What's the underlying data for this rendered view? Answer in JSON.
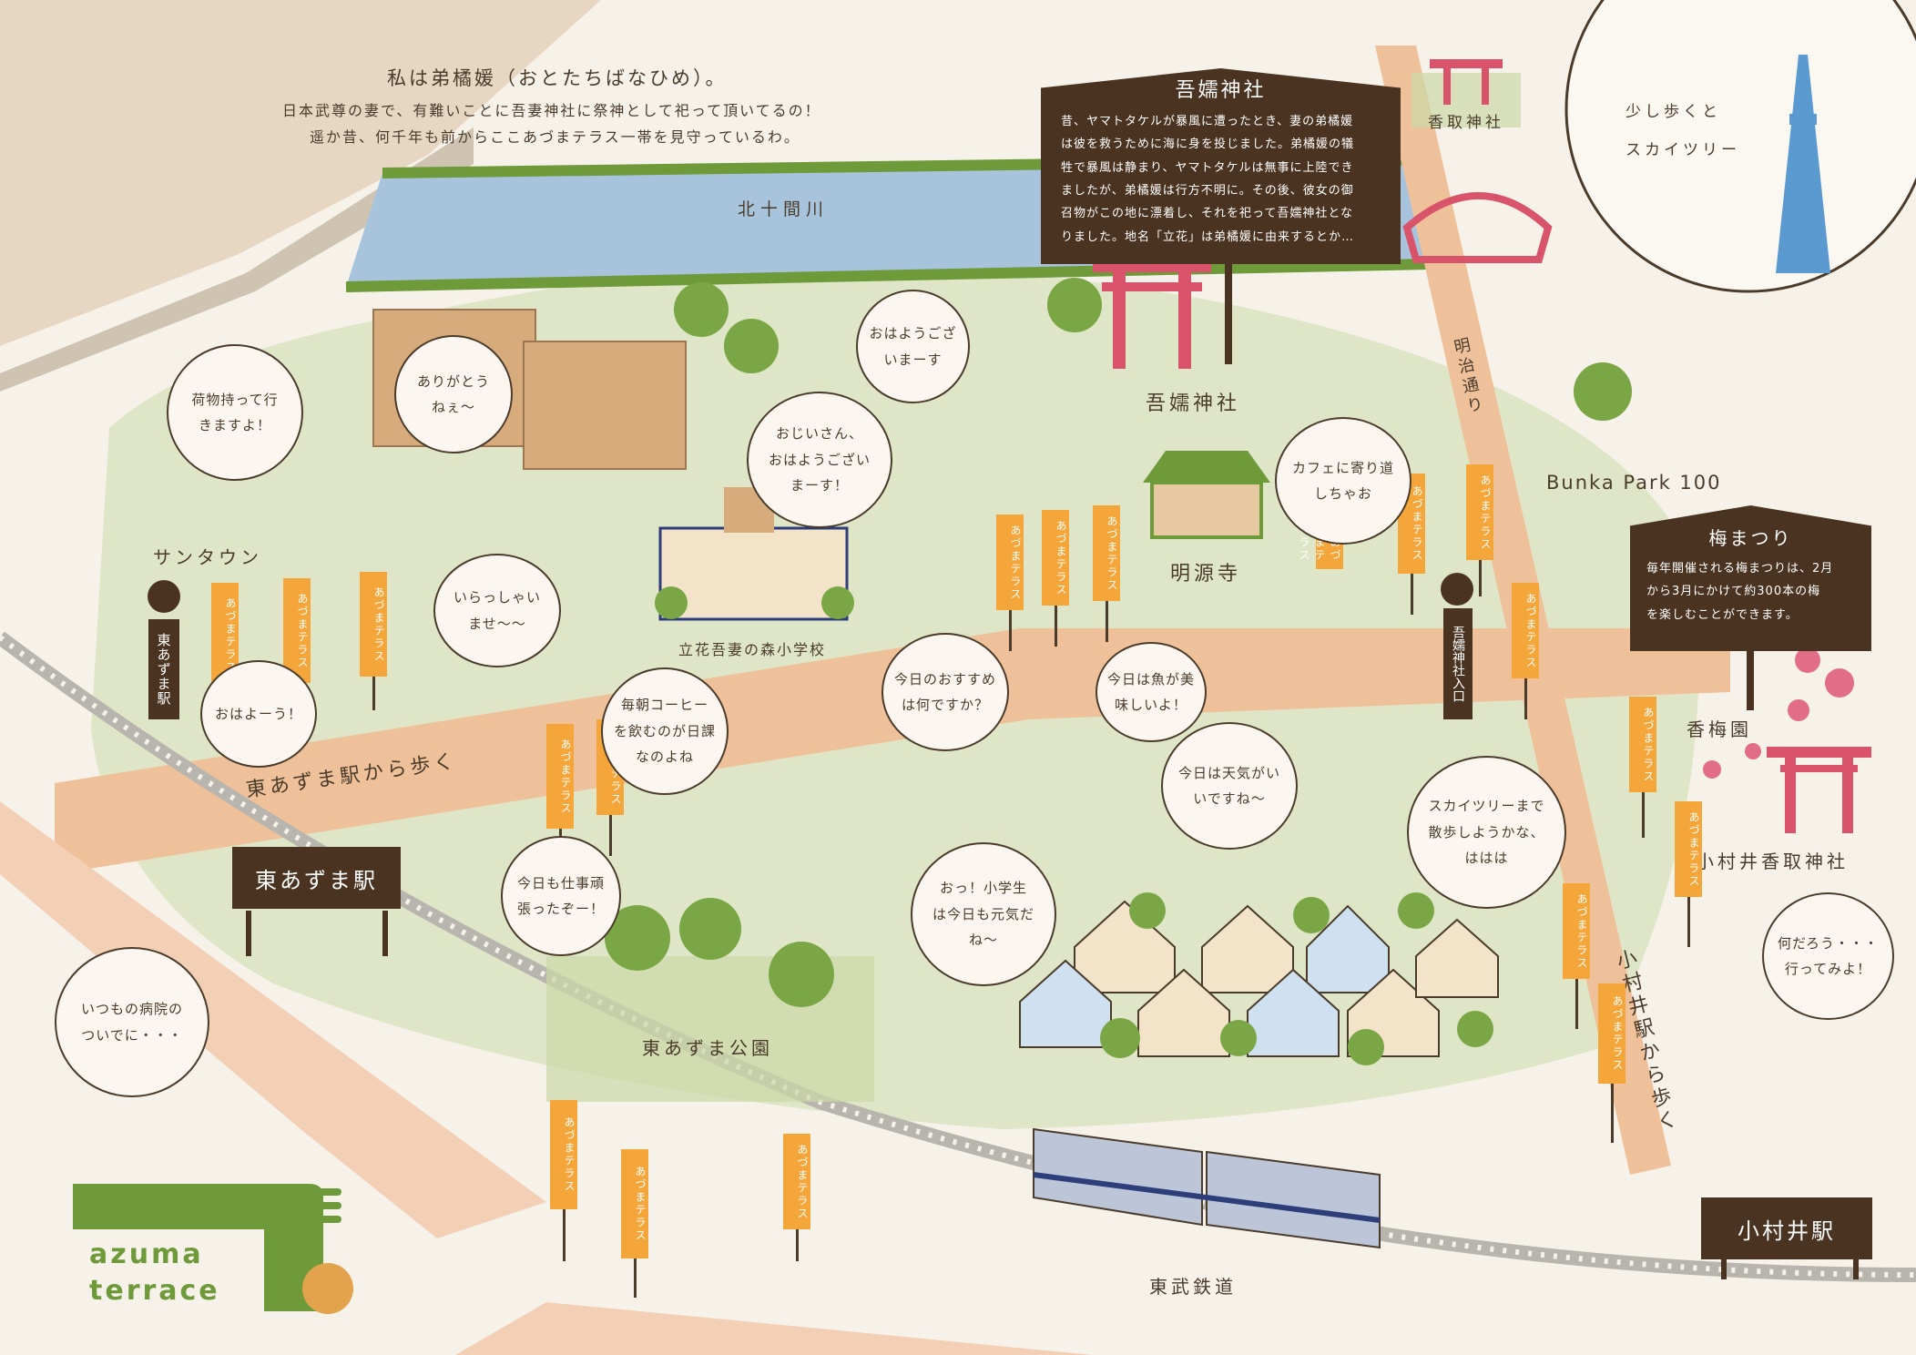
{
  "intro": {
    "title": "私は弟橘媛（おとたちばなひめ）。",
    "line1": "日本武尊の妻で、有難いことに吾妻神社に祭神として祀って頂いてるの！",
    "line2": "遥か昔、何千年も前からここあづまテラス一帯を見守っているわ。"
  },
  "shrine_board": {
    "title": "吾嬬神社",
    "body": "昔、ヤマトタケルが暴風に遭ったとき、妻の弟橘媛\nは彼を救うために海に身を投じました。弟橘媛の犠\n牲で暴風は静まり、ヤマトタケルは無事に上陸でき\nましたが、弟橘媛は行方不明に。その後、彼女の御\n召物がこの地に漂着し、それを祀って吾嬬神社とな\nりました。地名「立花」は弟橘媛に由来するとか…"
  },
  "plum_board": {
    "title": "梅まつり",
    "body": "毎年開催される梅まつりは、2月\nから3月にかけて約300本の梅\nを楽しむことができます。"
  },
  "skytree": {
    "text1": "少し歩くと",
    "text2": "スカイツリー"
  },
  "places": {
    "river": "北十間川",
    "katori": "香取神社",
    "azuma_shrine": "吾嬬神社",
    "meiji_dori": "明治通り",
    "bunka_park": "Bunka Park 100",
    "myogenji": "明源寺",
    "suntown": "サンタウン",
    "school": "立花吾妻の森小学校",
    "koubaien": "香梅園",
    "komurai_katori": "小村井香取神社",
    "higashiazuma_park": "東あずま公園",
    "tobu": "東武鉄道",
    "walk_east": "東あずま駅から歩く",
    "walk_komurai": "小村井駅から歩く"
  },
  "stations": {
    "higashiazuma": "東あずま駅",
    "komurai": "小村井駅",
    "bus_higashiazuma": "東あずま駅",
    "bus_azuma_shrine": "吾嬬神社入口"
  },
  "flag_text": "あづまテラス",
  "bubbles": {
    "b1": "荷物持って行\nきますよ！",
    "b2": "ありがとう\nねぇ〜",
    "b3": "おはようござ\nいまーす",
    "b4": "おじいさん、\nおはようござい\nまーす！",
    "b5": "カフェに寄り道\nしちゃお",
    "b6": "いらっしゃい\nませ〜〜",
    "b7": "おはよーう！",
    "b8": "毎朝コーヒー\nを飲むのが日課\nなのよね",
    "b9": "今日のおすすめ\nは何ですか？",
    "b10": "今日は魚が美\n味しいよ！",
    "b11": "今日は天気がい\nいですね〜",
    "b12": "スカイツリーまで\n散歩しようかな、\nははは",
    "b13": "今日も仕事頑\n張ったぞー！",
    "b14": "おっ！小学生\nは今日も元気だ\nね〜",
    "b15": "いつもの病院の\nついでに・・・",
    "b16": "何だろう・・・\n行ってみよ！"
  },
  "logo": {
    "line1": "azuma",
    "line2": "terrace"
  },
  "colors": {
    "green": "#6e9a3a",
    "orange": "#f4a63a",
    "brown": "#4a3421",
    "river": "#a7c4dc",
    "road": "#efc19a",
    "red": "#d9536a"
  }
}
